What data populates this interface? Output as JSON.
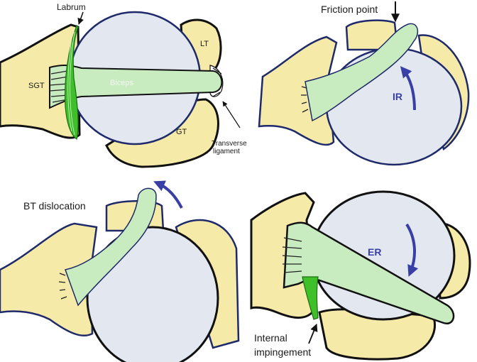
{
  "figure": {
    "title": "Biceps tendon and shoulder anatomy panels",
    "colors": {
      "bone": "#f6eaa8",
      "humeral_head": "#e2e7f0",
      "biceps": "#c8ecc0",
      "labrum": "#3fbf2a",
      "outline": "#111111",
      "head_outline": "#1e2a6a",
      "rotation_arrow": "#3a3fa6",
      "biceps_text": "#f4f7f2"
    }
  },
  "panels": [
    {
      "id": "normal",
      "labels": {
        "labrum": "Labrum",
        "lt": "LT",
        "sgt": "SGT",
        "biceps": "Biceps",
        "gt": "GT",
        "transverse_line1": "Transverse",
        "transverse_line2": "ligament"
      }
    },
    {
      "id": "internal-rotation",
      "labels": {
        "friction_point": "Friction point",
        "rotation": "IR"
      }
    },
    {
      "id": "bt-dislocation",
      "labels": {
        "title": "BT dislocation"
      }
    },
    {
      "id": "external-rotation",
      "labels": {
        "rotation": "ER",
        "impingement_line1": "Internal",
        "impingement_line2": "impingement"
      }
    }
  ]
}
